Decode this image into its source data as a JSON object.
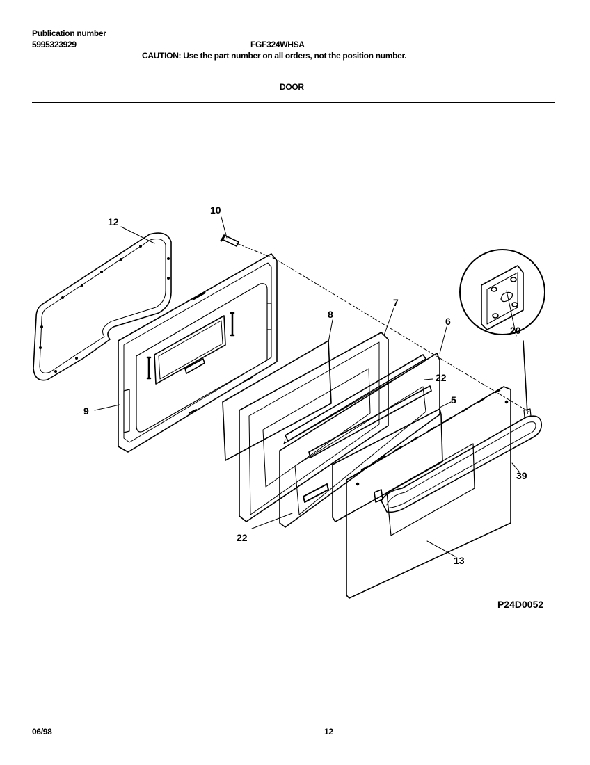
{
  "header": {
    "publication_label": "Publication number",
    "publication_number": "5995323929",
    "model": "FGF324WHSA",
    "caution": "CAUTION:  Use the part number on all orders, not the position number.",
    "section_title": "DOOR"
  },
  "diagram": {
    "callouts": [
      "12",
      "10",
      "9",
      "8",
      "7",
      "6",
      "22",
      "5",
      "20",
      "39",
      "22",
      "13"
    ],
    "figure_id": "P24D0052"
  },
  "footer": {
    "date": "06/98",
    "page_number": "12"
  }
}
